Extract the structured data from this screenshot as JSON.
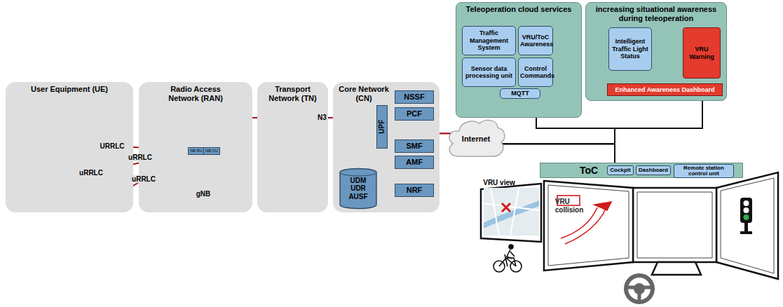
{
  "diagram": {
    "nodes": [
      {
        "text": [
          "User Equipment (UE)"
        ]
      },
      {
        "text": [
          "Radio Access Network (RAN)"
        ]
      },
      {
        "text": [
          "NR RU"
        ],
        "in": 1
      },
      {
        "text": [
          "NR CU"
        ],
        "in": 1
      },
      {
        "text": [
          "Transport Network (TN)"
        ]
      },
      {
        "text": [
          "Core Network (CN)"
        ]
      },
      {
        "text": [
          "UPF"
        ],
        "in": 5
      },
      {
        "text": [
          "NSSF"
        ],
        "in": 5
      },
      {
        "text": [
          "PCF"
        ],
        "in": 5
      },
      {
        "text": [
          "SMF"
        ],
        "in": 5
      },
      {
        "text": [
          "AMF"
        ],
        "in": 5
      },
      {
        "text": [
          "UDM UDR AUSF"
        ],
        "in": 5
      },
      {
        "text": [
          "NRF"
        ],
        "in": 5
      },
      {
        "text": [
          "Internet"
        ]
      },
      {
        "text": [
          "Teleoperation cloud services"
        ]
      },
      {
        "text": [
          "Traffic Management System"
        ],
        "in": 14
      },
      {
        "text": [
          "VRU/ToC Awareness"
        ],
        "in": 14
      },
      {
        "text": [
          "Sensor data processing unit"
        ],
        "in": 14
      },
      {
        "text": [
          "Control Commands"
        ],
        "in": 14
      },
      {
        "text": [
          "MQTT"
        ],
        "in": 14
      },
      {
        "text": [
          "increasing situational awareness during teleoperation"
        ]
      },
      {
        "text": [
          "Intelligent Traffic Light Status"
        ],
        "in": 20
      },
      {
        "text": [
          "VRU Warning"
        ],
        "in": 20
      },
      {
        "text": [
          "Enhanced Awareness Dashboard"
        ],
        "in": 20
      },
      {
        "text": [
          "ToC"
        ]
      },
      {
        "text": [
          "Cockpit"
        ],
        "in": 24
      },
      {
        "text": [
          "Dashboard"
        ],
        "in": 24
      },
      {
        "text": [
          "Remote station control unit"
        ],
        "in": 24
      }
    ],
    "edges": [
      {
        "from": 3,
        "to": 6,
        "arrow": "none",
        "label": "N3"
      },
      {
        "from": 6,
        "to": 13,
        "arrow": "none"
      },
      {
        "from": 13,
        "to": 14,
        "arrow": "none"
      },
      {
        "from": 13,
        "to": 20,
        "arrow": "none"
      },
      {
        "from": 13,
        "to": 24,
        "arrow": "none"
      }
    ],
    "labels": [
      "URRLC",
      "uRRLC",
      "uRRLC",
      "uRRLC",
      "gNB",
      "VRU view",
      "VRU collision"
    ]
  }
}
